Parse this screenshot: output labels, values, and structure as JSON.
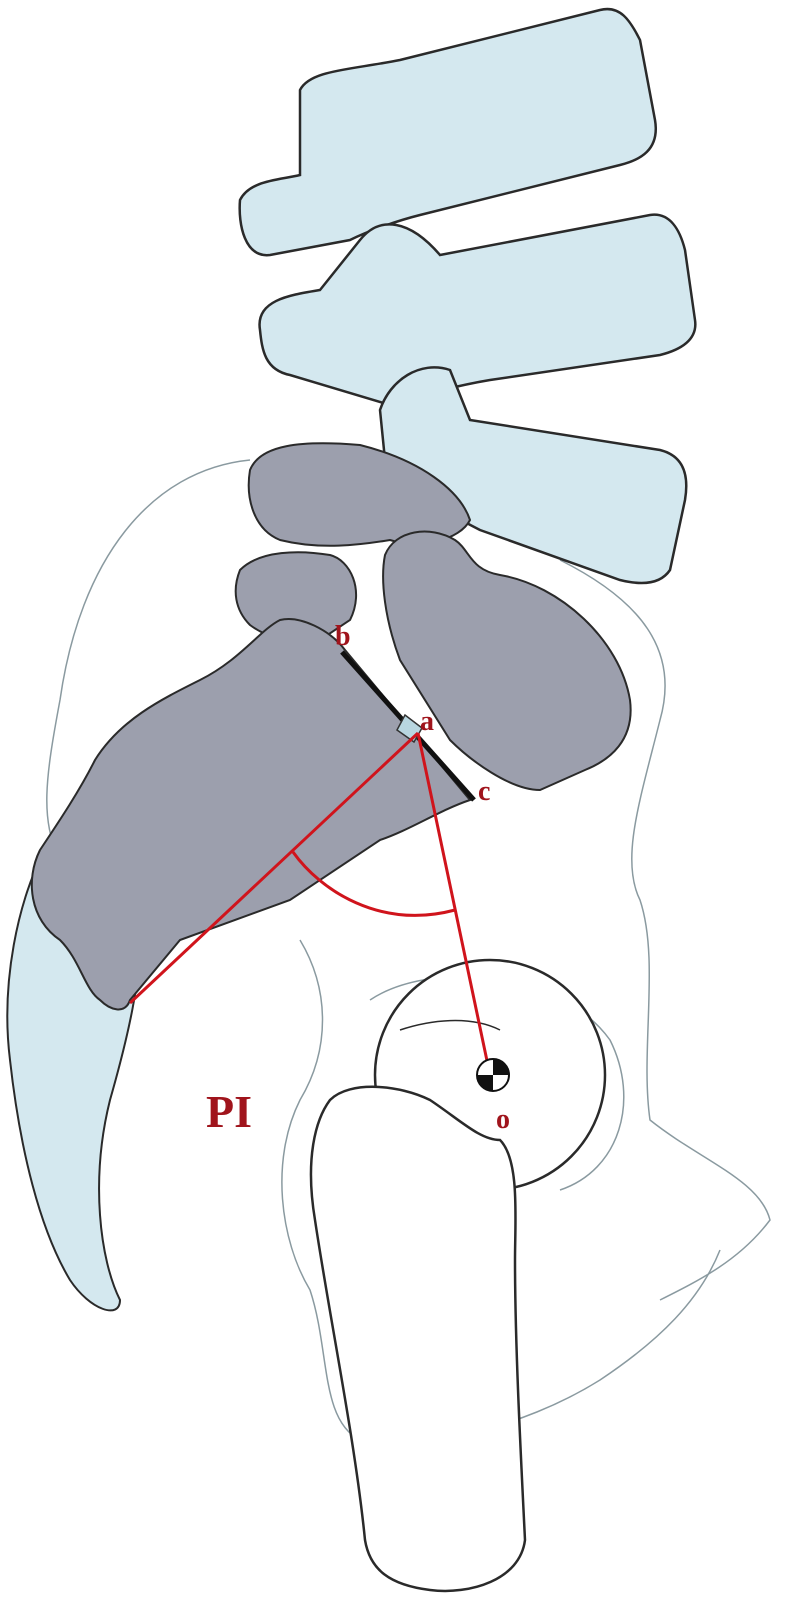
{
  "labels": {
    "b": "b",
    "a": "a",
    "c": "c",
    "o": "o",
    "angle": "PI"
  },
  "colors": {
    "vertebra_fill": "#d4e8ef",
    "sacrum_fill": "#9c9fad",
    "outline": "#2a2a2a",
    "measurement_lines": "#d0141c",
    "label_text": "#a0141c",
    "pelvis_outline": "#8a9aa0"
  }
}
